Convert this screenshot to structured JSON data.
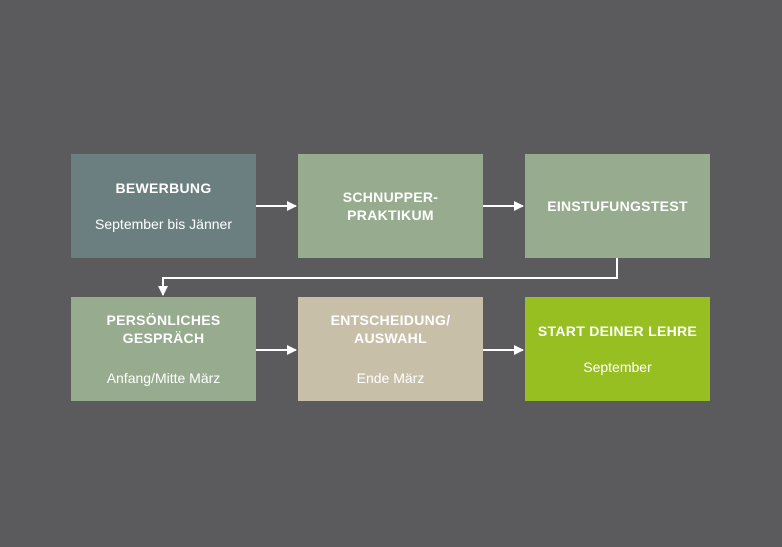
{
  "steps": [
    {
      "title": "BEWERBUNG",
      "subtitle": "September bis Jänner",
      "color": "#6b7f80"
    },
    {
      "title": "SCHNUPPER-\nPRAKTIKUM",
      "subtitle": "",
      "color": "#97ab8e"
    },
    {
      "title": "EINSTUFUNGSTEST",
      "subtitle": "",
      "color": "#97ab8e"
    },
    {
      "title": "PERSÖNLICHES\nGESPRÄCH",
      "subtitle": "Anfang/Mitte März",
      "color": "#97ab8e"
    },
    {
      "title": "ENTSCHEIDUNG/\nAUSWAHL",
      "subtitle": "Ende März",
      "color": "#c8bfa8"
    },
    {
      "title": "START DEINER LEHRE",
      "subtitle": "September",
      "color": "#97bf22"
    }
  ],
  "colors": {
    "background": "#5b5a5c",
    "connector": "#ffffff"
  }
}
